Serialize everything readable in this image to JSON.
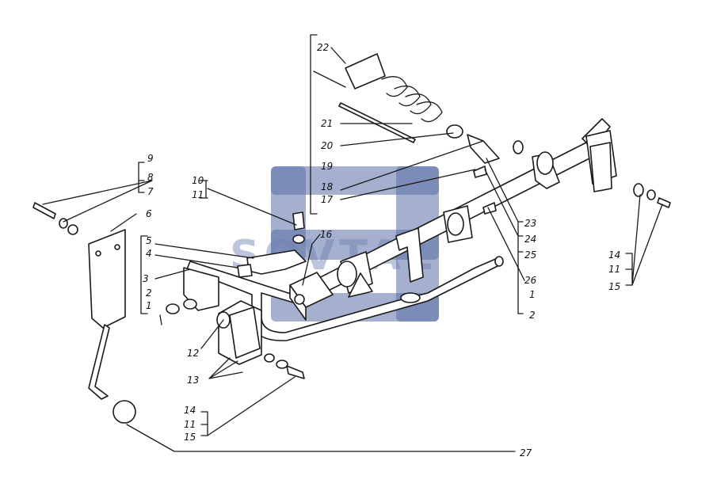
{
  "watermark": {
    "text": "SOVTAL",
    "color": "#5b6fa6"
  },
  "labels": {
    "l1a": "1",
    "l1b": "1",
    "l2a": "2",
    "l2b": "2",
    "l3": "3",
    "l4": "4",
    "l5": "5",
    "l6": "6",
    "l7": "7",
    "l8": "8",
    "l9": "9",
    "l10": "10",
    "l11a": "11",
    "l11b": "11",
    "l11c": "11",
    "l12": "12",
    "l13": "13",
    "l14a": "14",
    "l14b": "14",
    "l15a": "15",
    "l15b": "15",
    "l16": "16",
    "l17": "17",
    "l18": "18",
    "l19": "19",
    "l20": "20",
    "l21": "21",
    "l22": "22",
    "l23": "23",
    "l24": "24",
    "l25": "25",
    "l26": "26",
    "l27": "27"
  },
  "colors": {
    "ink": "#1a1a1a",
    "paper": "#ffffff",
    "watermark": "#5b6fa6"
  }
}
